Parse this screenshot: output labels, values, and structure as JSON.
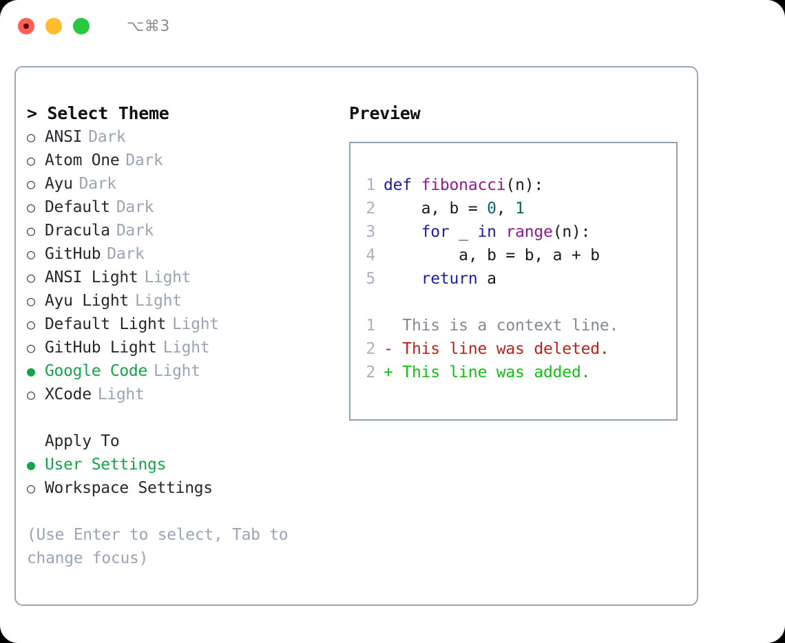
{
  "window": {
    "shortcut": "⌥⌘3",
    "traffic_lights": [
      "close-red",
      "minimize-yellow",
      "maximize-green"
    ]
  },
  "theme_picker": {
    "heading": "> Select Theme",
    "bullet_on": "●",
    "bullet_off": "○",
    "items": [
      {
        "name": "ANSI",
        "suffix": "Dark",
        "selected": false
      },
      {
        "name": "Atom One",
        "suffix": "Dark",
        "selected": false
      },
      {
        "name": "Ayu",
        "suffix": "Dark",
        "selected": false
      },
      {
        "name": "Default",
        "suffix": "Dark",
        "selected": false
      },
      {
        "name": "Dracula",
        "suffix": "Dark",
        "selected": false
      },
      {
        "name": "GitHub",
        "suffix": "Dark",
        "selected": false
      },
      {
        "name": "ANSI Light",
        "suffix": "Light",
        "selected": false
      },
      {
        "name": "Ayu Light",
        "suffix": "Light",
        "selected": false
      },
      {
        "name": "Default Light",
        "suffix": "Light",
        "selected": false
      },
      {
        "name": "GitHub Light",
        "suffix": "Light",
        "selected": false
      },
      {
        "name": "Google Code",
        "suffix": "Light",
        "selected": true
      },
      {
        "name": "XCode",
        "suffix": "Light",
        "selected": false
      }
    ]
  },
  "apply_to": {
    "title": "Apply To",
    "items": [
      {
        "name": "User Settings",
        "selected": true
      },
      {
        "name": "Workspace Settings",
        "selected": false
      }
    ]
  },
  "hint": "(Use Enter to select, Tab to change focus)",
  "preview": {
    "title": "Preview",
    "code_lines": [
      {
        "no": "1",
        "tokens": [
          {
            "t": "def ",
            "c": "kw"
          },
          {
            "t": "fibonacci",
            "c": "fn"
          },
          {
            "t": "(n):",
            "c": "pl"
          }
        ]
      },
      {
        "no": "2",
        "tokens": [
          {
            "t": "    a, b = ",
            "c": "pl"
          },
          {
            "t": "0",
            "c": "num"
          },
          {
            "t": ", ",
            "c": "pl"
          },
          {
            "t": "1",
            "c": "num"
          }
        ]
      },
      {
        "no": "3",
        "tokens": [
          {
            "t": "    for ",
            "c": "kw"
          },
          {
            "t": "_ ",
            "c": "pl"
          },
          {
            "t": "in ",
            "c": "kw"
          },
          {
            "t": "range",
            "c": "fn"
          },
          {
            "t": "(n):",
            "c": "pl"
          }
        ]
      },
      {
        "no": "4",
        "tokens": [
          {
            "t": "        a, b = b, a + b",
            "c": "pl"
          }
        ]
      },
      {
        "no": "5",
        "tokens": [
          {
            "t": "    return ",
            "c": "kw"
          },
          {
            "t": "a",
            "c": "pl"
          }
        ]
      }
    ],
    "diff_lines": [
      {
        "no": "1",
        "text": "  This is a context line.",
        "kind": "ctx"
      },
      {
        "no": "2",
        "text": "- This line was deleted.",
        "kind": "del"
      },
      {
        "no": "2",
        "text": "+ This line was added.",
        "kind": "add"
      }
    ]
  },
  "colors": {
    "accent_green": "#16a34a",
    "border": "#9aa7b8",
    "muted": "#9aa5b4",
    "keyword": "#1c1ca8",
    "function": "#8e1a8e",
    "number": "#076a6a",
    "diff_deleted": "#c0201a",
    "diff_added": "#12c010"
  }
}
